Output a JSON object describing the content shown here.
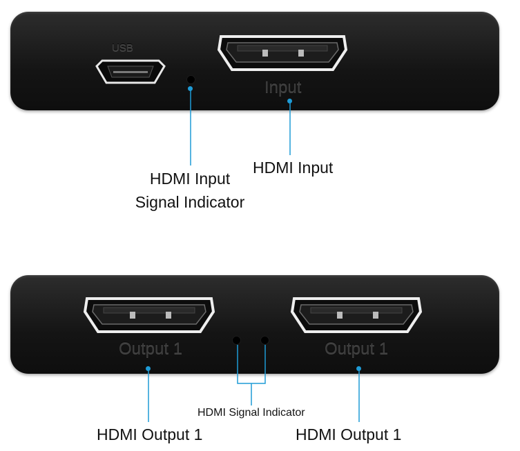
{
  "top_panel": {
    "usb_label": "USB",
    "input_label": "Input"
  },
  "bottom_panel": {
    "output_left_label": "Output 1",
    "output_right_label": "Output 1"
  },
  "callouts": {
    "input_indicator_line1": "HDMI Input",
    "input_indicator_line2": "Signal Indicator",
    "hdmi_input": "HDMI Input",
    "signal_indicator": "HDMI Signal Indicator",
    "hdmi_output_left": "HDMI Output 1",
    "hdmi_output_right": "HDMI Output 1"
  },
  "colors": {
    "callout_line": "#1e9bd6",
    "panel": "#1a1a1a"
  }
}
